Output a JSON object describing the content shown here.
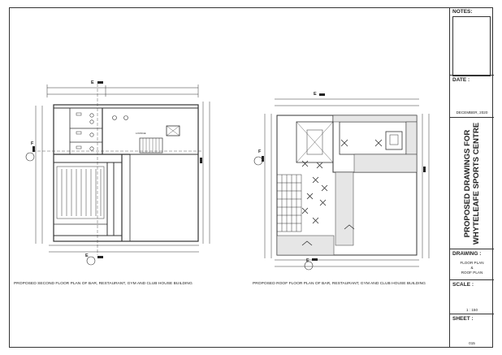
{
  "title_block": {
    "notes_label": "NOTES:",
    "date_label": "DATE :",
    "date_value": "DECEMBER, 2020",
    "title_line1": "PROPOSED DRAWINGS FOR",
    "title_line2": "WHYTELEAFE SPORTS CENTRE",
    "drawing_label": "DRAWING :",
    "drawing_value_1": "FLOOR PLAN",
    "drawing_value_2": "&",
    "drawing_value_3": "ROOF PLAN",
    "scale_label": "SCALE :",
    "scale_value": "1 : 150",
    "sheet_label": "SHEET :",
    "sheet_value": "015"
  },
  "plans": {
    "left_caption": "PROPOSED SECOND FLOOR PLAN OF BAR, RESTAURANT, GYM AND CLUB HOUSE BUILDING",
    "right_caption": "PROPOSED ROOF FLOOR PLAN OF BAR, RESTAURANT, GYM AND CLUB HOUSE BUILDING",
    "section_letter_e": "E",
    "section_letter_f": "F",
    "lounge_label": "LOUNGE"
  }
}
